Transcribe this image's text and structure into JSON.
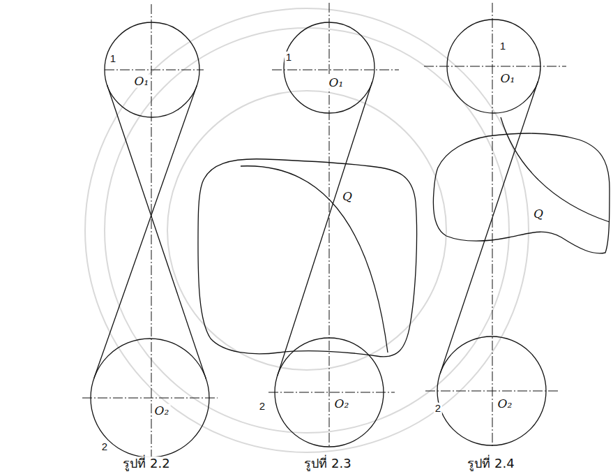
{
  "diagram": {
    "labels": [
      "1",
      "O₁",
      "O₂",
      "2",
      "1",
      "O₁",
      "Q",
      "2",
      "O₂",
      "1",
      "O₁",
      "Q",
      "2",
      "O₂",
      "รูปที่ 2.2",
      "รูปที่ 2.3",
      "รูปที่ 2.4"
    ]
  }
}
